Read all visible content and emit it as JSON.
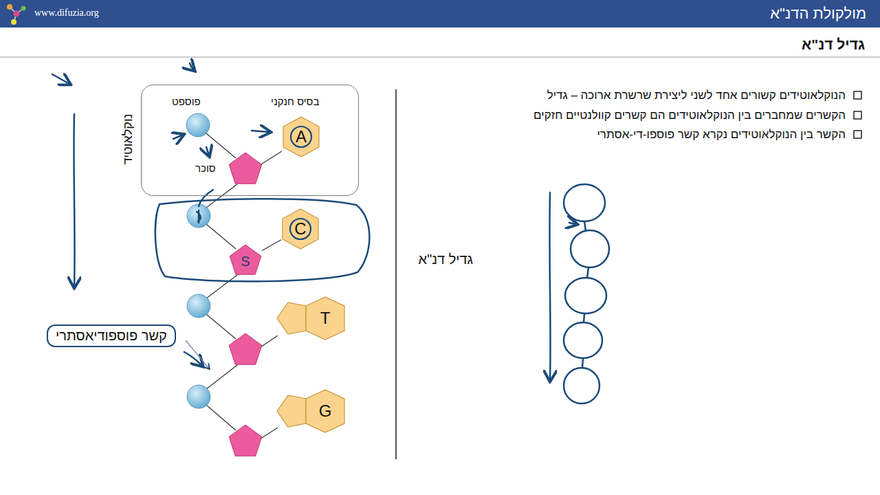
{
  "diagram": {
    "title": "מולקולת הדנ\"א",
    "nodes": [
      {
        "text": [
          "נוקלאוטיד",
          "פוספט",
          "בסיס חנקני",
          "סוכר"
        ]
      },
      {
        "text": [
          "A"
        ],
        "in": 0
      },
      {
        "text": [
          "C"
        ]
      },
      {
        "text": [
          "S"
        ]
      },
      {
        "text": [
          "T"
        ]
      },
      {
        "text": [
          "G"
        ]
      },
      {
        "text": [
          "קשר פוספודיאסתרי"
        ]
      }
    ],
    "edges": [
      {
        "from": 3,
        "to": 2,
        "arrow": "none"
      }
    ],
    "labels": [
      "www.difuzia.org",
      "גדיל דנ\"א",
      "הנוקלאוטידים קשורים אחד לשני ליצירת שרשרת ארוכה – גדיל",
      "הקשרים שמחברים בין הנוקלאוטידים הם קשרים קוולנטיים חזקים",
      "הקשר בין הנוקלאוטידים נקרא קשר פוספו-די-אסתרי",
      "גדיל דנ\"א"
    ]
  }
}
